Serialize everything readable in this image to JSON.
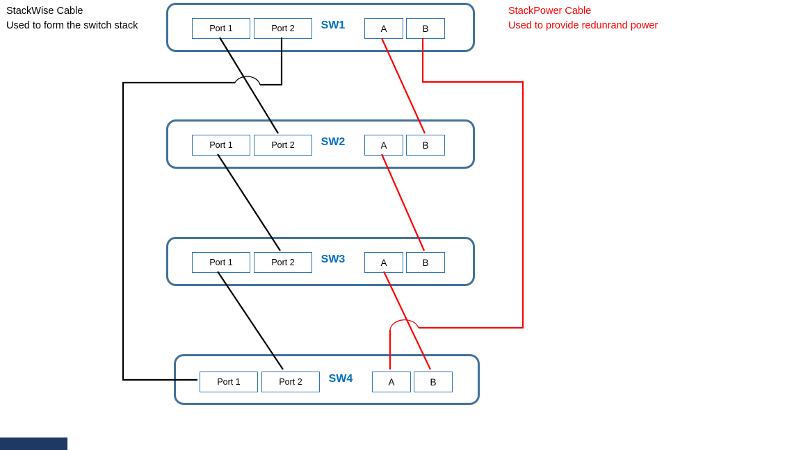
{
  "colors": {
    "stackwise_cable": "#000000",
    "stackpower_cable": "#FF0000",
    "switch_border": "#41719C",
    "port_box_border": "#2E74B5",
    "switch_label_text": "#0070C0",
    "taskbar_fragment": "#1F3864"
  },
  "legend": {
    "stackwise": {
      "line1": "StackWise Cable",
      "line2": "Used to form the switch stack"
    },
    "stackpower": {
      "line1": "StackPower Cable",
      "line2": "Used to provide redunrand power"
    }
  },
  "switches": [
    {
      "label": "SW1",
      "port1": "Port 1",
      "port2": "Port 2",
      "power_a": "A",
      "power_b": "B"
    },
    {
      "label": "SW2",
      "port1": "Port 1",
      "port2": "Port 2",
      "power_a": "A",
      "power_b": "B"
    },
    {
      "label": "SW3",
      "port1": "Port 1",
      "port2": "Port 2",
      "power_a": "A",
      "power_b": "B"
    },
    {
      "label": "SW4",
      "port1": "Port 1",
      "port2": "Port 2",
      "power_a": "A",
      "power_b": "B"
    }
  ],
  "cables": {
    "stackwise": [
      {
        "from": "SW1 Port 1",
        "to": "SW2 Port 2"
      },
      {
        "from": "SW2 Port 1",
        "to": "SW3 Port 2"
      },
      {
        "from": "SW3 Port 1",
        "to": "SW4 Port 2"
      },
      {
        "from": "SW1 Port 2",
        "to": "SW4 Port 1"
      }
    ],
    "stackpower": [
      {
        "from": "SW1 A",
        "to": "SW2 B"
      },
      {
        "from": "SW2 A",
        "to": "SW3 B"
      },
      {
        "from": "SW3 A",
        "to": "SW4 B"
      },
      {
        "from": "SW1 B",
        "to": "SW4 A"
      }
    ]
  }
}
